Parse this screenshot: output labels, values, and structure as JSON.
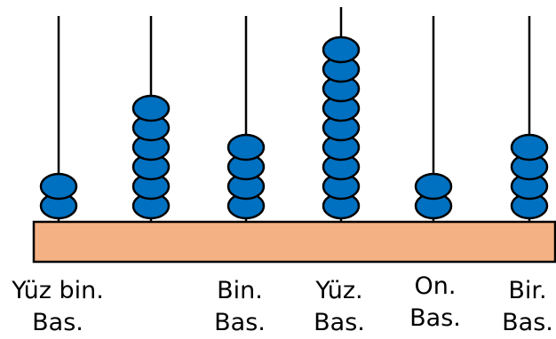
{
  "colors": {
    "bead": "#0070C0",
    "base": "#F4B183",
    "outline": "#000000",
    "background": "#ffffff"
  },
  "columns": [
    {
      "beads": 2,
      "label_line1": "Yüz bin.",
      "label_line2": "Bas."
    },
    {
      "beads": 6,
      "label_line1": "",
      "label_line2": ""
    },
    {
      "beads": 4,
      "label_line1": "Bin.",
      "label_line2": "Bas."
    },
    {
      "beads": 9,
      "label_line1": "Yüz.",
      "label_line2": "Bas."
    },
    {
      "beads": 2,
      "label_line1": "On.",
      "label_line2": "Bas."
    },
    {
      "beads": 4,
      "label_line1": "Bir.",
      "label_line2": "Bas."
    }
  ]
}
